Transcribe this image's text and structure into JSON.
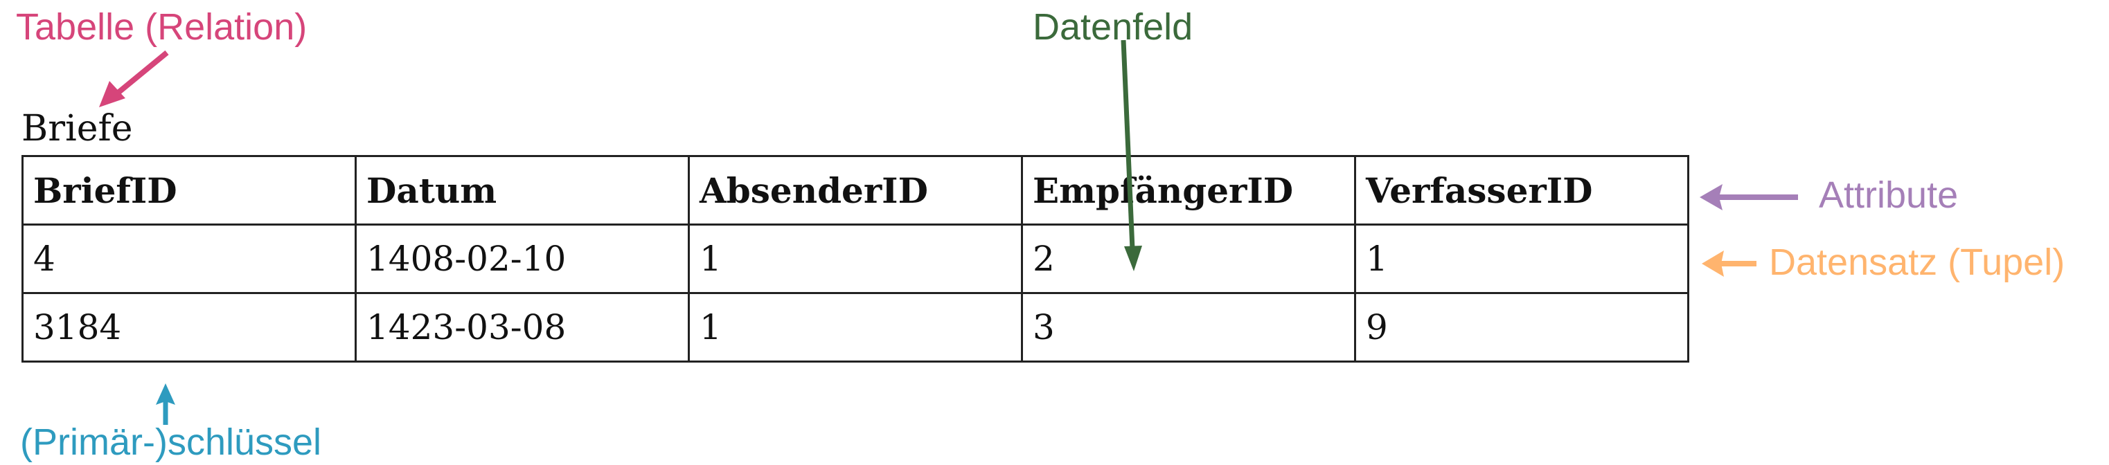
{
  "table": {
    "name": "Briefe",
    "columns": [
      "BriefID",
      "Datum",
      "AbsenderID",
      "EmpfängerID",
      "VerfasserID"
    ],
    "rows": [
      [
        "4",
        "1408-02-10",
        "1",
        "2",
        "1"
      ],
      [
        "3184",
        "1423-03-08",
        "1",
        "3",
        "9"
      ]
    ]
  },
  "annotations": {
    "table": {
      "label": "Tabelle (Relation)",
      "color": "#d6457a"
    },
    "field": {
      "label": "Datenfeld",
      "color": "#3b6a3b"
    },
    "attribute": {
      "label": "Attribute",
      "color": "#a57fb8"
    },
    "record": {
      "label": "Datensatz (Tupel)",
      "color": "#ffb46e"
    },
    "key": {
      "label": "(Primär-)schlüssel",
      "color": "#2e9bbf"
    }
  }
}
